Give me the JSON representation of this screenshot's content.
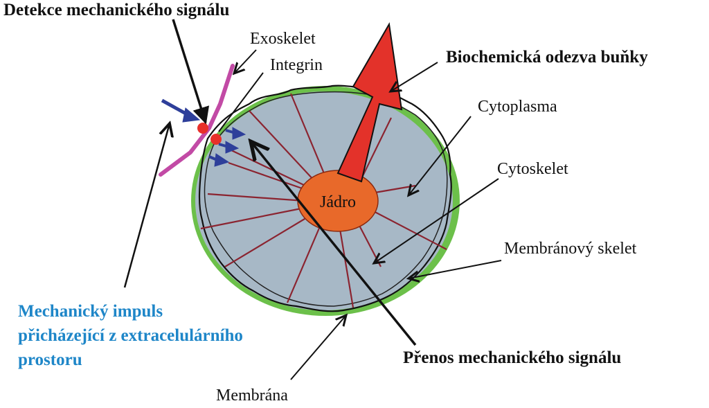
{
  "labels": {
    "detection": "Detekce mechanického signálu",
    "exoskeleton": "Exoskelet",
    "integrin": "Integrin",
    "biochemical_response": "Biochemická odezva buňky",
    "cytoplasm": "Cytoplasma",
    "cytoskeleton": "Cytoskelet",
    "nucleus": "Jádro",
    "membrane_skeleton": "Membránový skelet",
    "impulse_line1": "Mechanický impuls",
    "impulse_line2": "přicházející z extracelulárního",
    "impulse_line3": "prostoru",
    "transmission": "Přenos mechanického signálu",
    "membrane": "Membrána"
  },
  "colors": {
    "membrane": "#6cc04a",
    "cytoplasm": "#a7b8c6",
    "nucleus": "#e8692a",
    "nucleus_outline": "#8a2a10",
    "cytoskeleton": "#8b2430",
    "response_arrow": "#e3322a",
    "exoskeleton": "#c24aa5",
    "integrin": "#e8302a",
    "impulse_arrow": "#2e3f9a",
    "impulse_text": "#1e86c8",
    "text": "#111111"
  }
}
